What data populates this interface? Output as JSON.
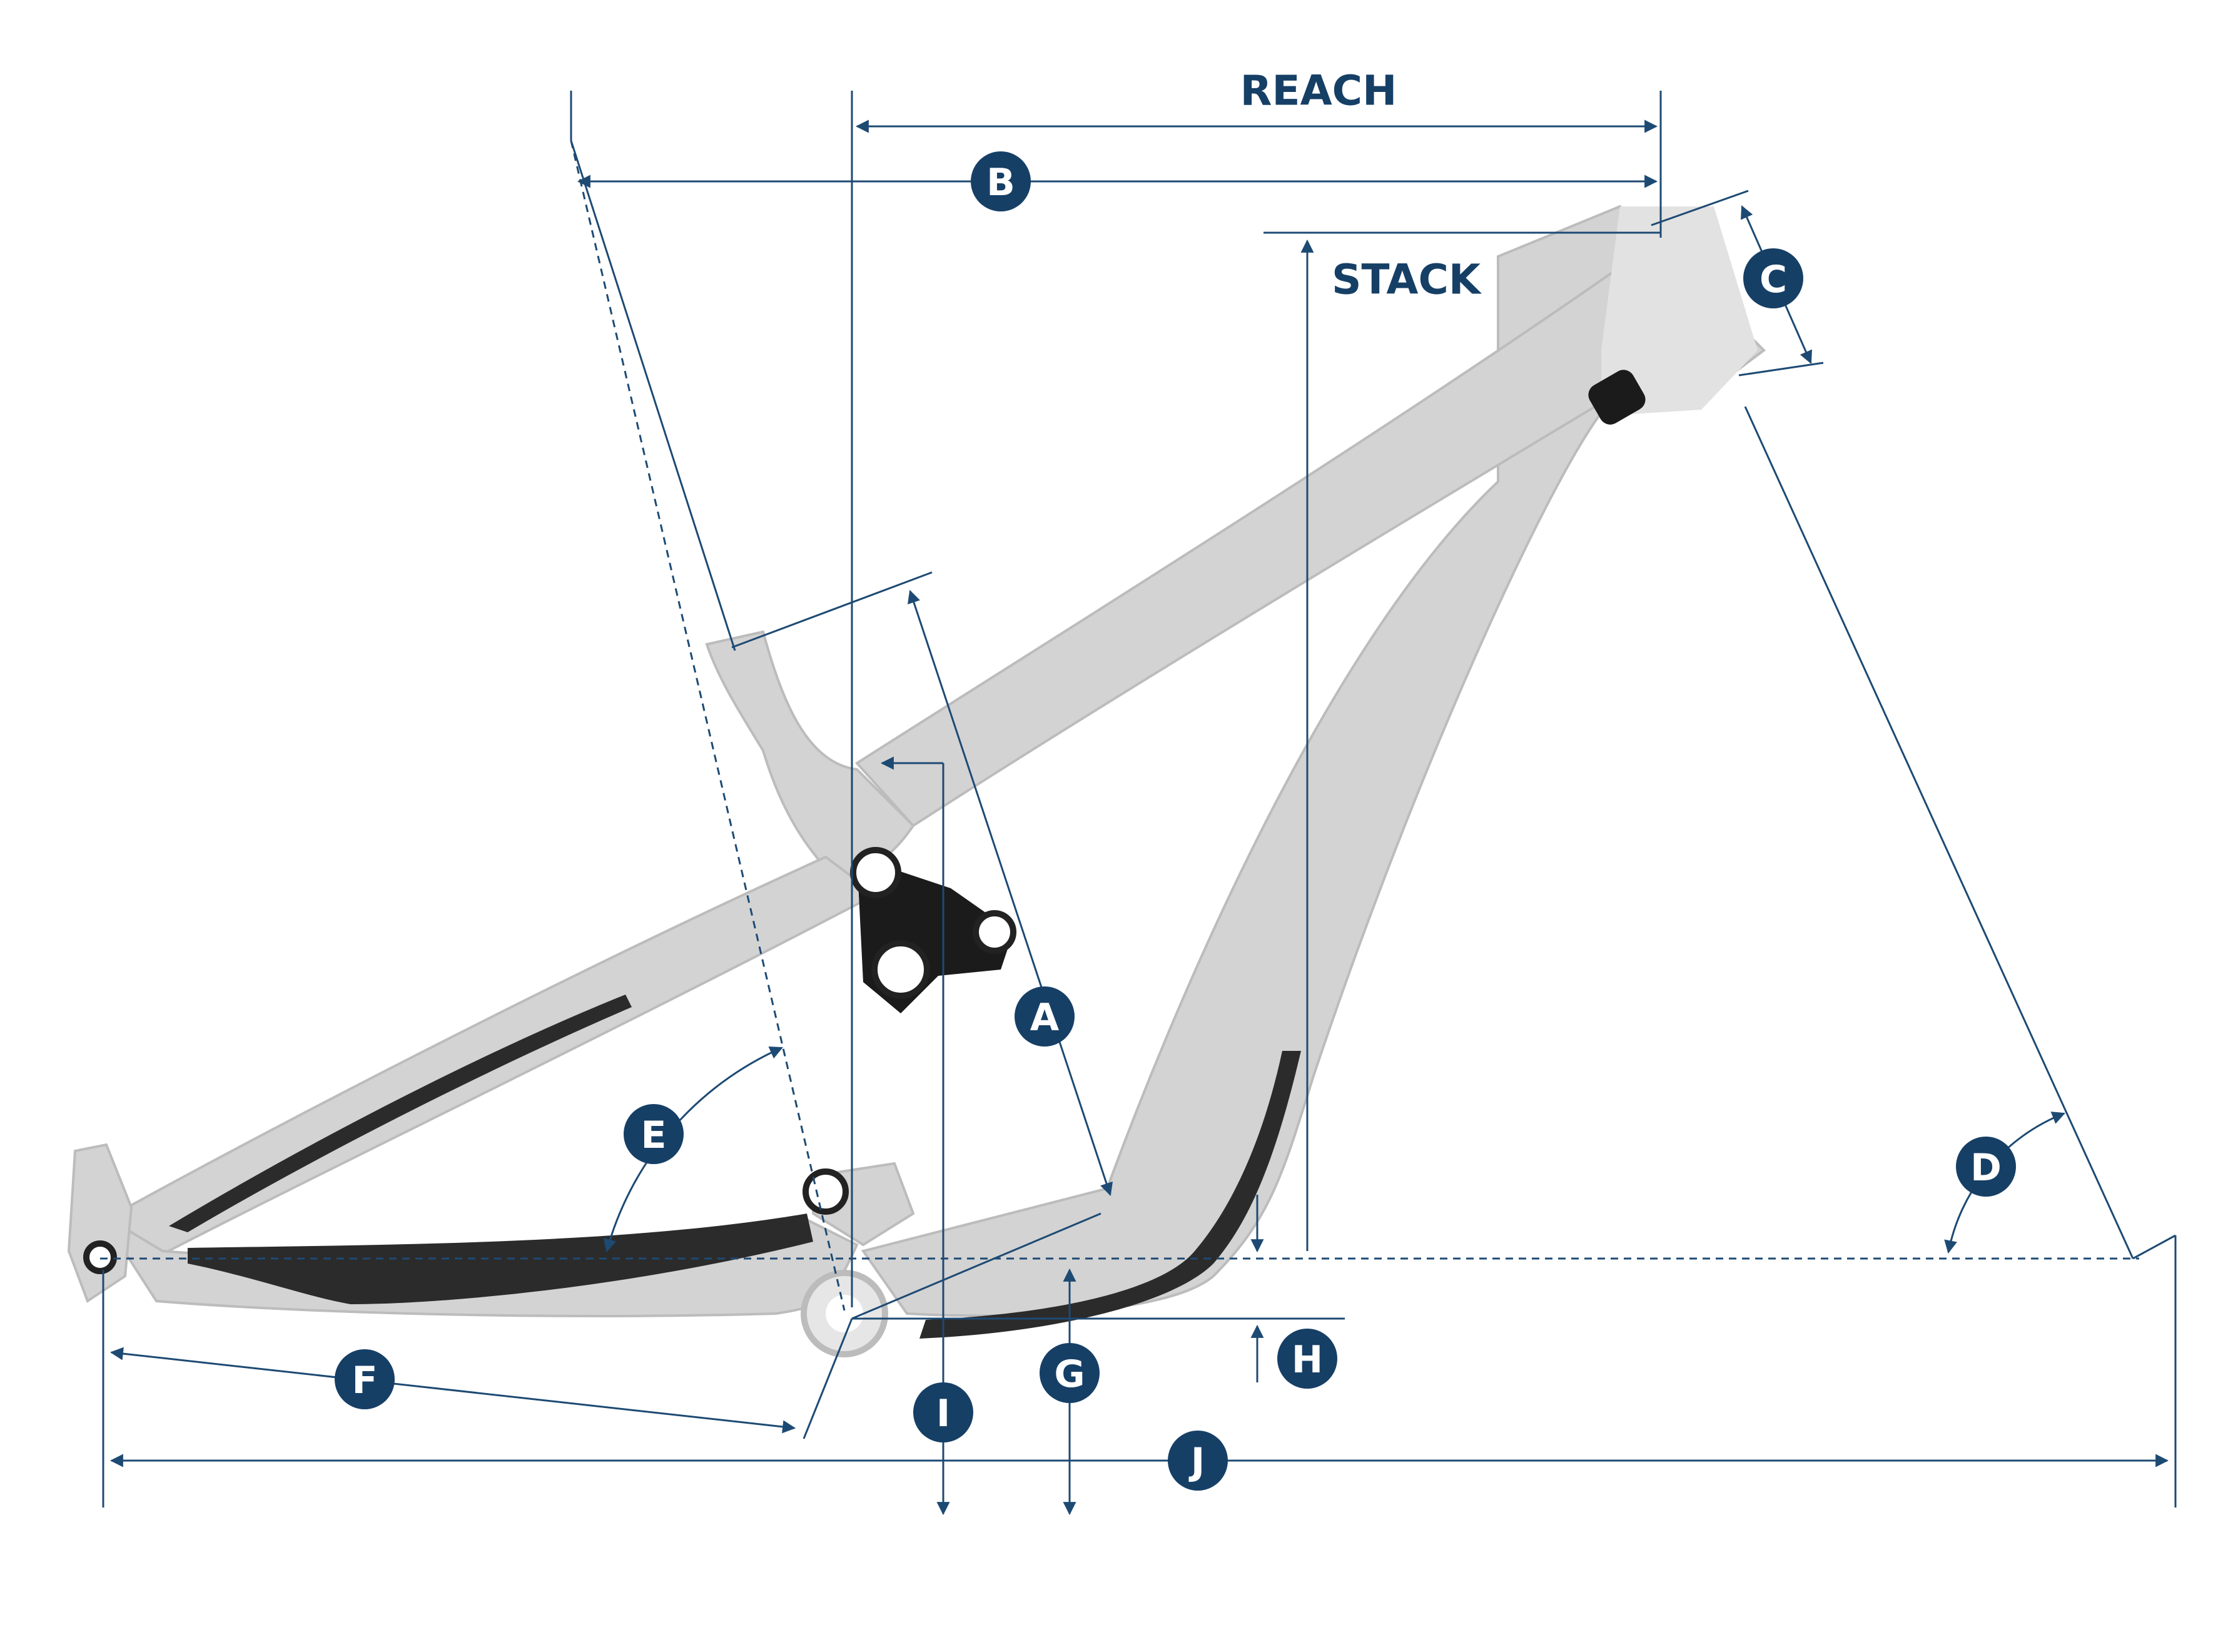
{
  "diagram": {
    "colors": {
      "dimension": "#1d4a73",
      "marker": "#163f66",
      "frame": "#d3d3d3",
      "frame_dark": "#2b2b2b"
    },
    "labels": {
      "reach": "REACH",
      "stack": "STACK"
    },
    "markers": [
      "A",
      "B",
      "C",
      "D",
      "E",
      "F",
      "G",
      "H",
      "I",
      "J"
    ]
  }
}
